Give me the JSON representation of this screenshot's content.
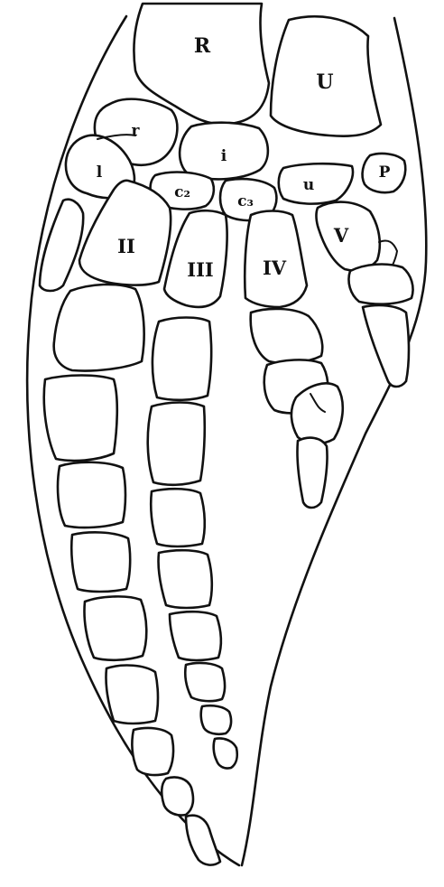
{
  "labels": {
    "radius": "R",
    "ulna": "U",
    "radiale": "r",
    "intermedium": "i",
    "ulnare": "u",
    "pisiform": "P",
    "element_l": "l",
    "carpal_2": "c₂",
    "carpal_3": "c₃",
    "digit_2": "II",
    "digit_3": "III",
    "digit_4": "IV",
    "digit_5": "V"
  }
}
